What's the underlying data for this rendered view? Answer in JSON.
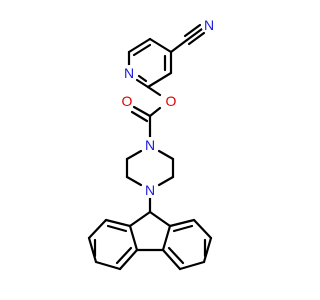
{
  "molecule": {
    "atom_labels": {
      "nitrile_n": "N",
      "pyridine_n": "N",
      "ester_o": "O",
      "carbonyl_o": "O",
      "piperazine_n_top": "N",
      "piperazine_n_bottom": "N"
    },
    "colors": {
      "bond": "#000000",
      "nitrogen": "#1a1adc",
      "oxygen": "#e00000",
      "background": "#ffffff"
    }
  }
}
